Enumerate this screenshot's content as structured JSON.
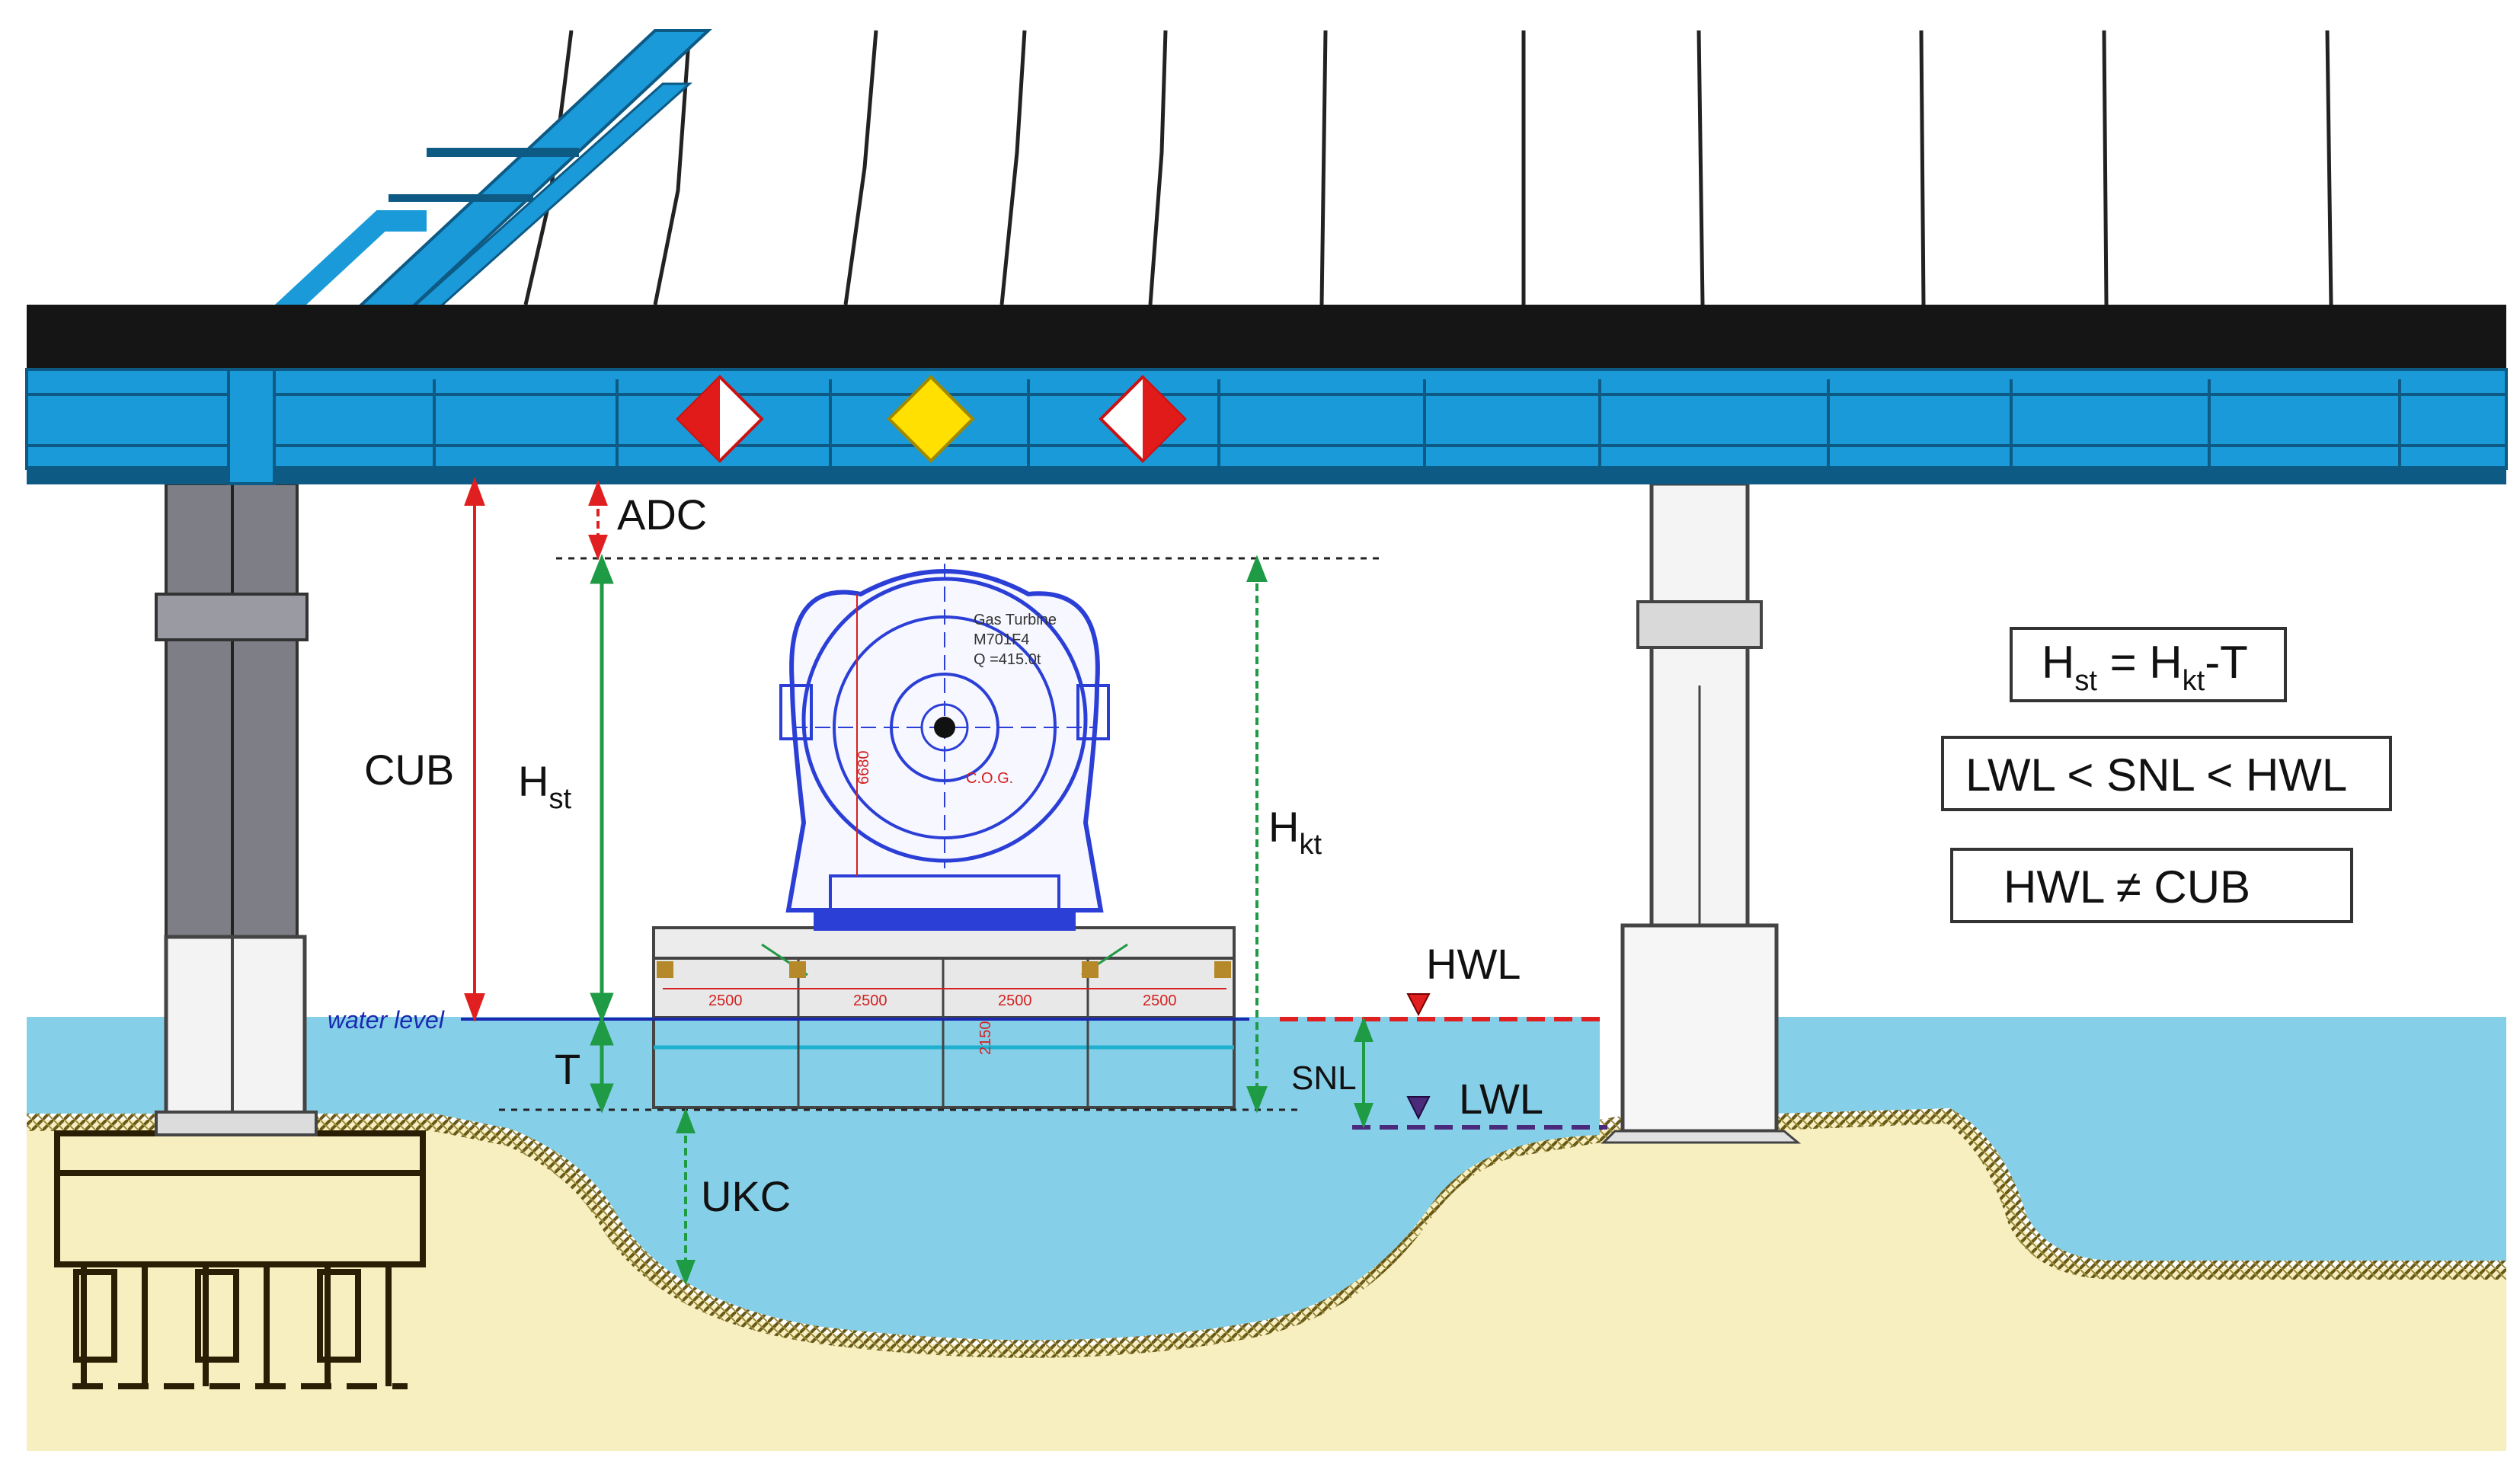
{
  "labels": {
    "adc": "ADC",
    "cub": "CUB",
    "hst_main": "H",
    "hst_sub": "st",
    "hkt_main": "H",
    "hkt_sub": "kt",
    "t": "T",
    "snl": "SNL",
    "hwl": "HWL",
    "lwl": "LWL",
    "ukc": "UKC",
    "water_level": "water level"
  },
  "formulas": {
    "f1_h": "H",
    "f1_st": "st",
    "f1_eq": " = ",
    "f1_h2": "H",
    "f1_kt": "kt",
    "f1_tail": "-T",
    "f2": "LWL < SNL < HWL",
    "f3": "HWL  ≠  CUB"
  },
  "cargo": {
    "line1": "Gas Turbine",
    "line2": "M701F4",
    "line3": "Q =415.0t",
    "cog": "C.O.G.",
    "height_dim": "6680",
    "barge_depth_dim": "2150",
    "spacing": [
      "2500",
      "2500",
      "2500",
      "2500"
    ]
  },
  "colors": {
    "bridge_blue": "#1a9ad8",
    "deck_black": "#151515",
    "water": "#86cfe8",
    "ground": "#f7efc0",
    "dim_red": "#e02020",
    "dim_green": "#1f9a45",
    "lwl_purple": "#4a2a7a",
    "cargo_blue": "#2b3fd6"
  }
}
